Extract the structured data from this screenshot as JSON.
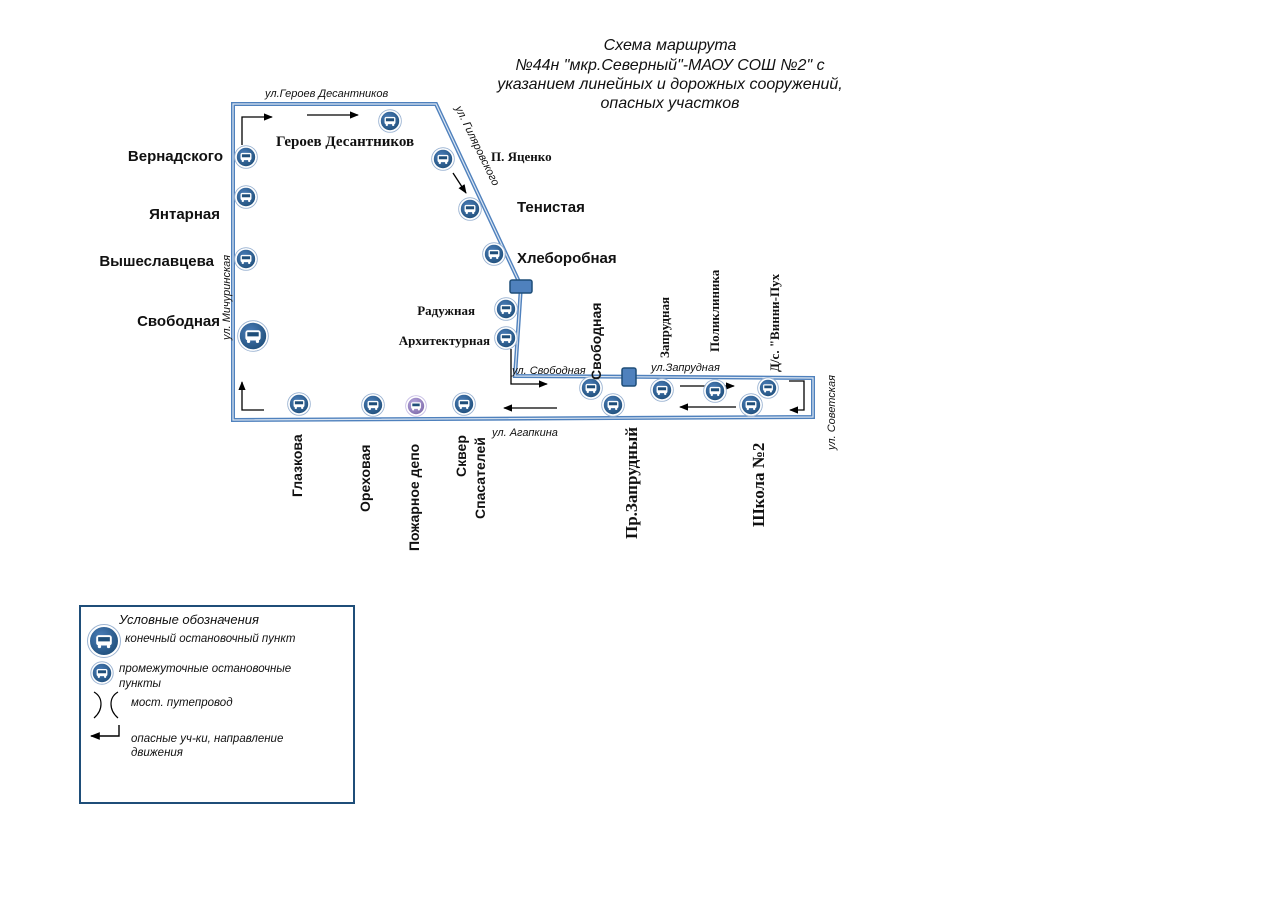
{
  "title": {
    "line1": "Схема маршрута",
    "line2": "№44н  \"мкр.Северный\"-МАОУ СОШ №2\" с",
    "line3": "указанием линейных и дорожных сооружений,",
    "line4": "опасных участков"
  },
  "streets": {
    "geroev": "ул.Героев Десантников",
    "gilyarovskogo": "ул. Гиляровского",
    "michurinskaya": "ул. Мичуринская",
    "svobodnaya": "ул. Свободная",
    "zaprudnaya": "ул.Запрудная",
    "agapkina": "ул. Агапкина",
    "sovetskaya": "ул. Советская"
  },
  "stops": {
    "vernadskogo": "Вернадского",
    "yantarnaya": "Янтарная",
    "vysheslavtseva": "Вышеславцева",
    "svobodnaya_left": "Свободная",
    "geroev": "Героев Десантников",
    "yatsenko": "П. Яценко",
    "tenistaya": "Тенистая",
    "khleborobnaya": "Хлеборобная",
    "raduzhnaya": "Радужная",
    "arkhitekturnaya": "Архитектурная",
    "svobodnaya_vert": "Свободная",
    "zaprudnaya": "Запрудная",
    "poliklinika": "Поликлиника",
    "vinni": "Д/с. \"Винни-Пух",
    "glazkova": "Глазкова",
    "orekhovaya": "Ореховая",
    "pozharnoe": "Пожарное депо",
    "skver1": "Сквер",
    "skver2": "Спасателей",
    "pr_zaprudny": "Пр.Запрудный",
    "shkola": "Школа №2"
  },
  "legend": {
    "title": "Условные обозначения",
    "terminal": "конечный остановочный пункт",
    "intermediate1": "промежуточные остановочные",
    "intermediate2": "пункты",
    "bridge": "мост. путепровод",
    "danger1": "опасные уч-ки, направление",
    "danger2": "движения"
  },
  "colors": {
    "route": "#4f81bd",
    "stop_fill": "#1f4e79",
    "stop_ring": "#ffffff",
    "depot_stop": "#8e7cc3",
    "legend_border": "#1f4e79"
  },
  "icons": {
    "stop": "bus-stop-icon",
    "bridge": "bridge-icon",
    "arrow": "direction-arrow-icon"
  }
}
